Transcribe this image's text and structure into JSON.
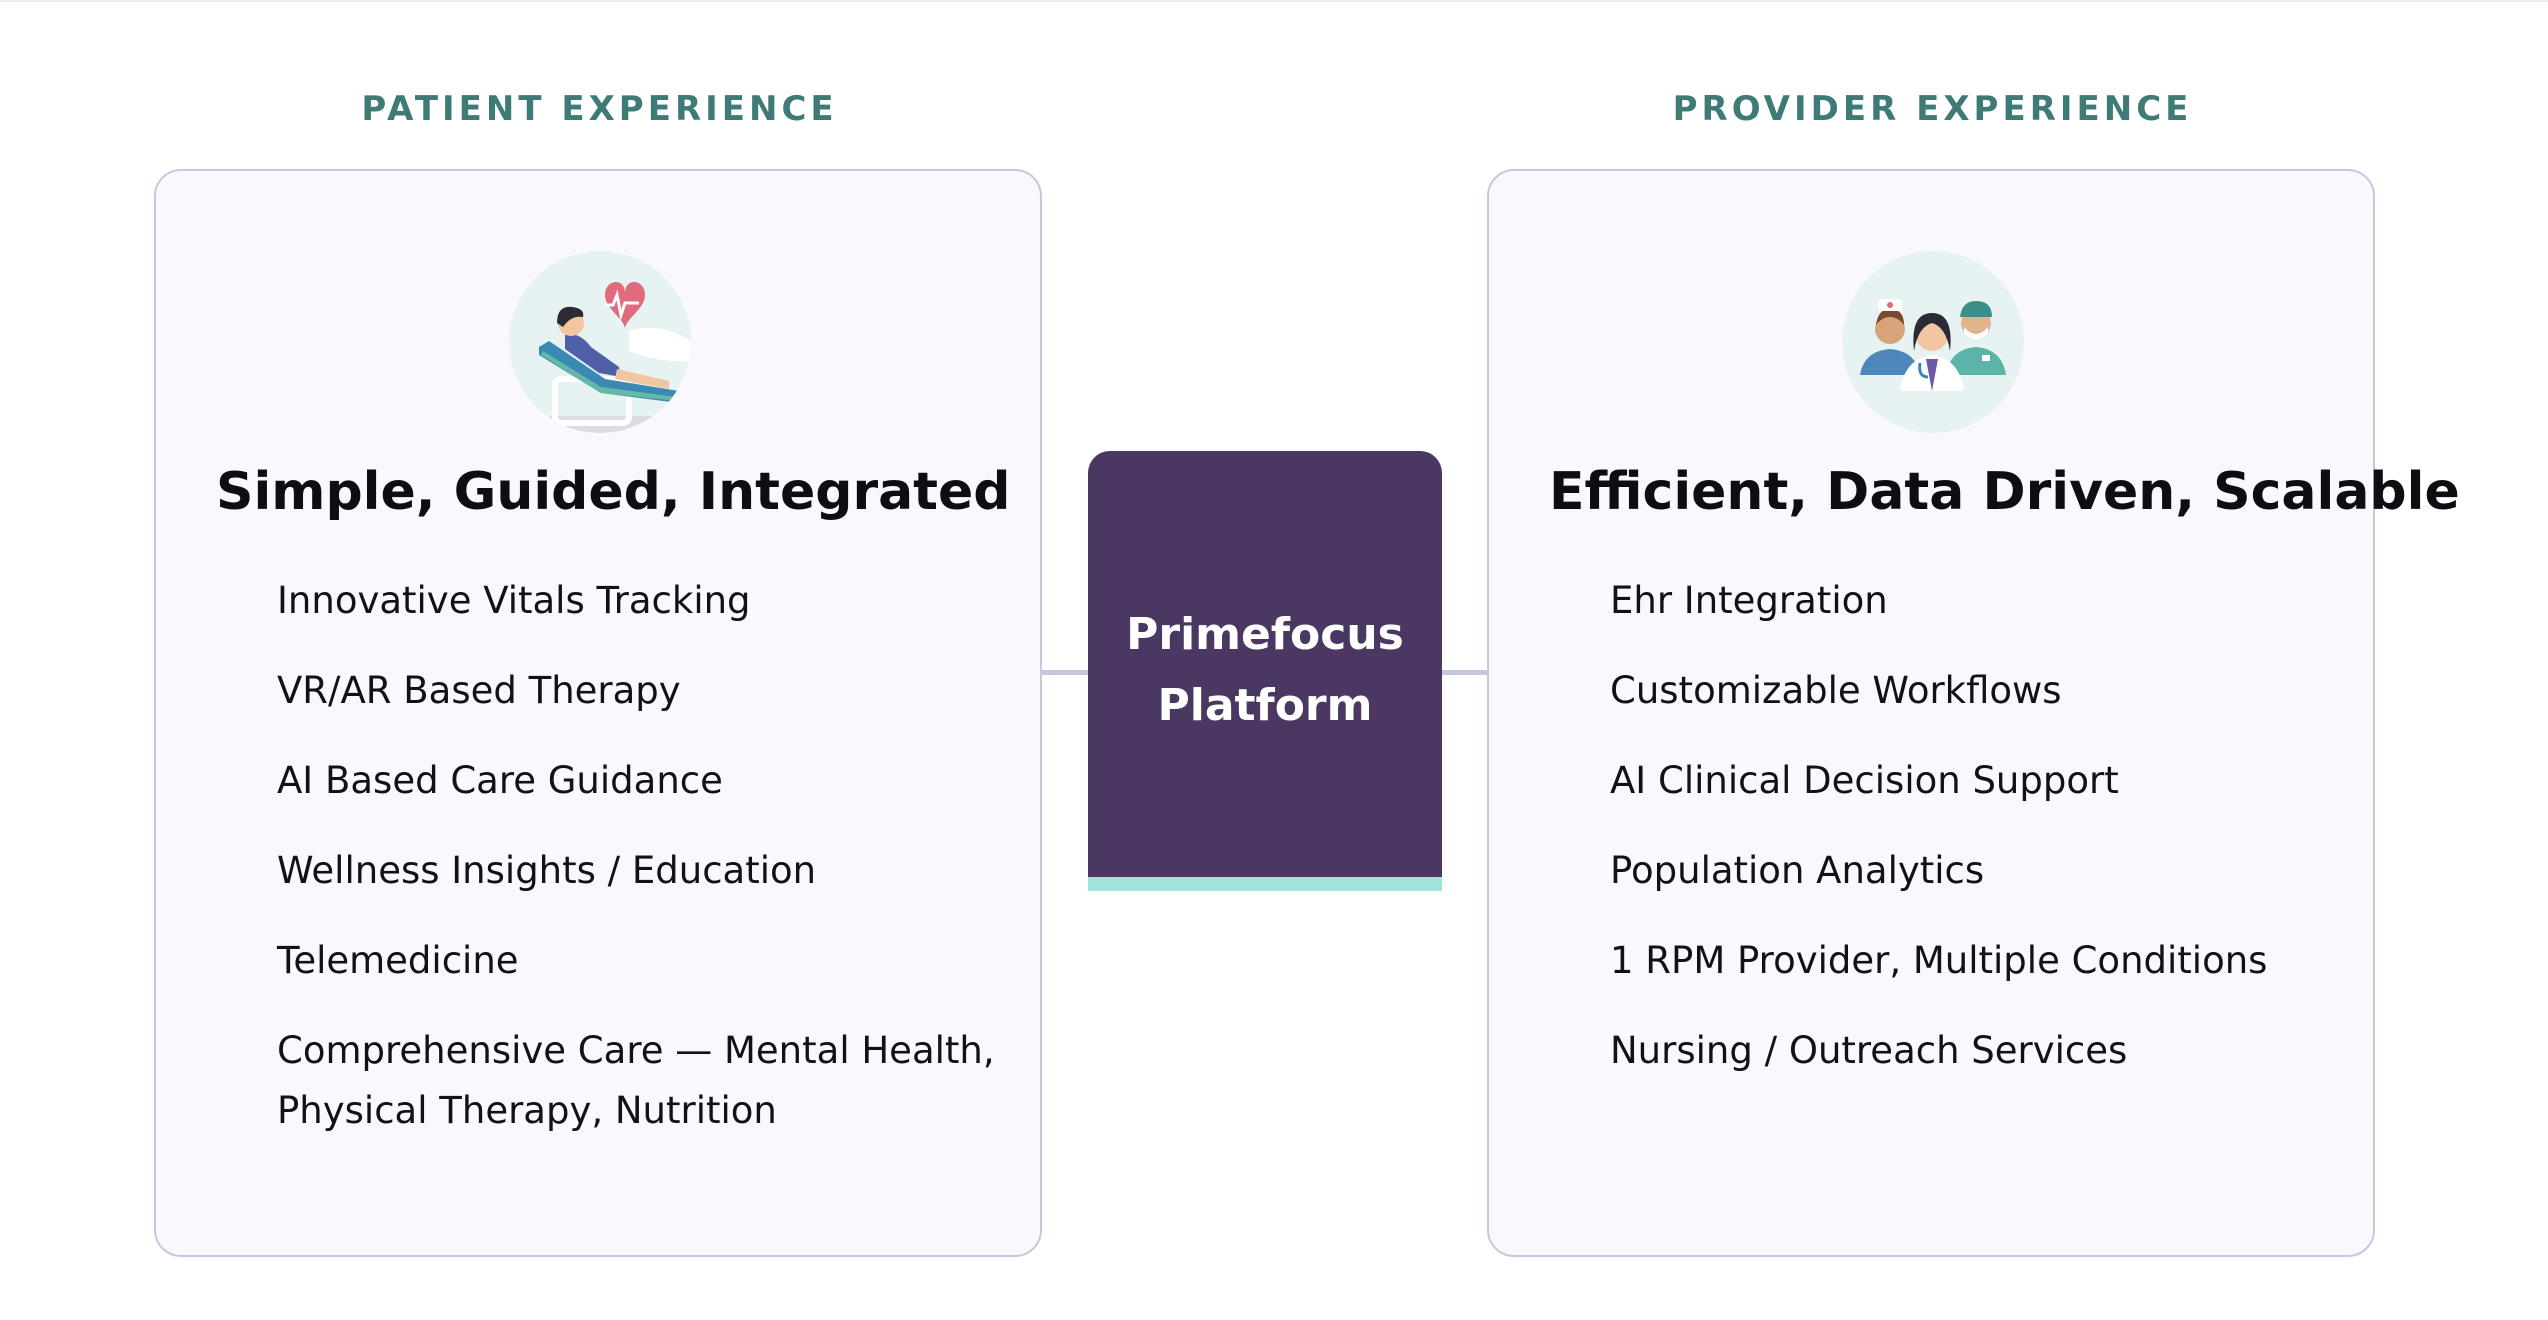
{
  "patient": {
    "section_label": "PATIENT EXPERIENCE",
    "title": "Simple, Guided, Integrated",
    "illustration_icon": "patient-bed-heart-icon",
    "items": [
      "Innovative Vitals Tracking",
      "VR/AR Based Therapy",
      "AI Based Care Guidance",
      "Wellness Insights / Education",
      "Telemedicine",
      "Comprehensive Care — Mental Health, Physical Therapy, Nutrition"
    ]
  },
  "platform": {
    "line1": "Primefocus",
    "line2": "Platform"
  },
  "provider": {
    "section_label": "PROVIDER EXPERIENCE",
    "title": "Efficient, Data Driven, Scalable",
    "illustration_icon": "healthcare-team-icon",
    "items": [
      "Ehr Integration",
      "Customizable Workflows",
      "AI Clinical Decision Support",
      "Population Analytics",
      "1 RPM Provider, Multiple Conditions",
      "Nursing / Outreach Services"
    ]
  },
  "colors": {
    "accent_teal": "#3f7b76",
    "platform_purple": "#4a3862",
    "platform_bar": "#9fe3da",
    "card_border": "#c9c6df",
    "card_bg": "#f9f9fd"
  }
}
